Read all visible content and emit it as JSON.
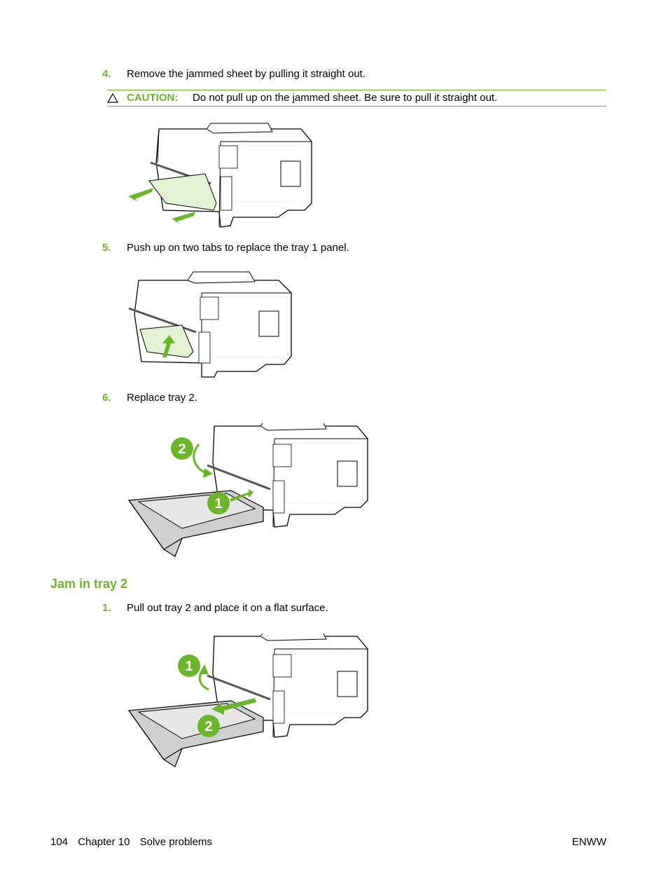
{
  "steps": [
    {
      "num": "4.",
      "text": "Remove the jammed sheet by pulling it straight out."
    },
    {
      "num": "5.",
      "text": "Push up on two tabs to replace the tray 1 panel."
    },
    {
      "num": "6.",
      "text": "Replace tray 2."
    }
  ],
  "caution": {
    "label": "CAUTION:",
    "text": "Do not pull up on the jammed sheet. Be sure to pull it straight out."
  },
  "section": {
    "title": "Jam in tray 2",
    "steps": [
      {
        "num": "1.",
        "text": "Pull out tray 2 and place it on a flat surface."
      }
    ]
  },
  "figure_callouts": {
    "fig3": [
      "2",
      "1"
    ],
    "fig4": [
      "1",
      "2"
    ]
  },
  "footer": {
    "page": "104",
    "chapter": "Chapter 10",
    "chapter_title": "Solve problems",
    "code": "ENWW"
  },
  "colors": {
    "accent": "#6bb52b",
    "paper": "#e3f1d4"
  }
}
